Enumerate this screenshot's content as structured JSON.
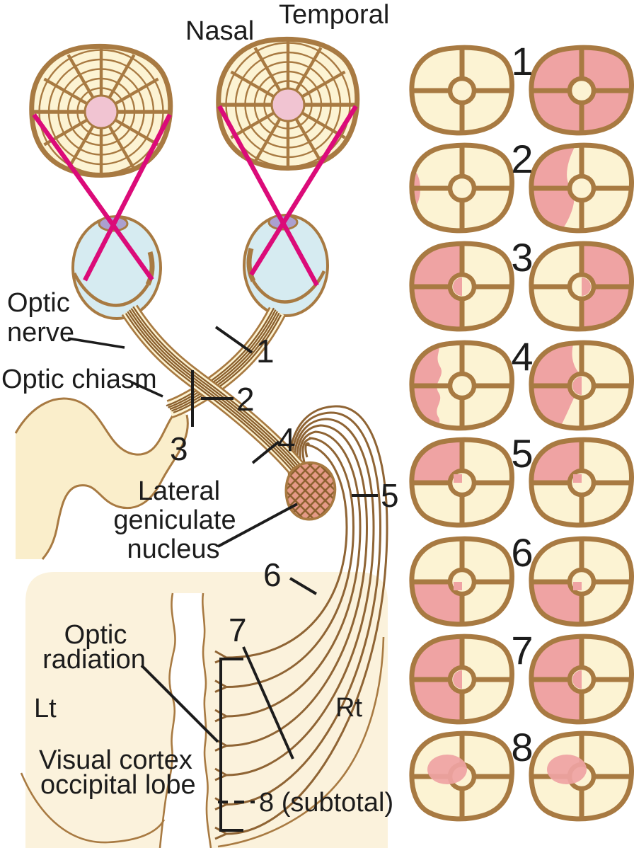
{
  "figure_title": "Visual pathway and visual field defects diagram",
  "colors": {
    "outline_brown": "#A87A42",
    "stripe_brown": "#8A5F2D",
    "fiber_brown": "#8F6434",
    "cream": "#FCF3D3",
    "brain_cream": "#FAEECB",
    "occipital_wash": "#FBF2DC",
    "defect_pink": "#EFA3A3",
    "macula_pink": "#F1C4D2",
    "lgn_pink": "#E59A87",
    "eye_blue": "#D6EBF1",
    "lens_lavender": "#ABA0D0",
    "ray_magenta": "#DB0B79",
    "ink": "#1C1C1C"
  },
  "labels": {
    "nasal": "Nasal",
    "temporal": "Temporal",
    "optic_nerve_line1": "Optic",
    "optic_nerve_line2": "nerve",
    "optic_chiasm": "Optic chiasm",
    "lgn_line1": "Lateral",
    "lgn_line2": "geniculate",
    "lgn_line3": "nucleus",
    "optic_radiation_line1": "Optic",
    "optic_radiation_line2": "radiation",
    "left_side": "Lt",
    "right_side": "Rt",
    "visual_cortex_line1": "Visual cortex",
    "visual_cortex_line2": "occipital lobe",
    "subtotal_label": "8 (subtotal)"
  },
  "lesion_markers": {
    "m1": "1",
    "m2": "2",
    "m3": "3",
    "m4": "4",
    "m5": "5",
    "m6": "6",
    "m7": "7"
  },
  "visual_fields": {
    "rows": [
      {
        "number": "1",
        "left_defects": [],
        "right_defects": [
          "full"
        ]
      },
      {
        "number": "2",
        "left_defects": [
          "left-edge-crescent"
        ],
        "right_defects": [
          "left-crescent"
        ]
      },
      {
        "number": "3",
        "left_defects": [
          "left-half",
          "macula-left"
        ],
        "right_defects": [
          "right-half",
          "macula-right"
        ]
      },
      {
        "number": "4",
        "left_defects": [
          "left-scalloped"
        ],
        "right_defects": [
          "left-crescent-central",
          "macula-left"
        ]
      },
      {
        "number": "5",
        "left_defects": [
          "upper-left-quadrant",
          "macula-ul-corner"
        ],
        "right_defects": [
          "upper-left-quadrant",
          "macula-ul-corner"
        ]
      },
      {
        "number": "6",
        "left_defects": [
          "lower-left-quadrant",
          "macula-ll-corner"
        ],
        "right_defects": [
          "lower-left-quadrant",
          "macula-ll-corner"
        ]
      },
      {
        "number": "7",
        "left_defects": [
          "left-half",
          "macula-left"
        ],
        "right_defects": [
          "left-half",
          "macula-left"
        ]
      },
      {
        "number": "8",
        "left_defects": [
          "paracentral-scotoma"
        ],
        "right_defects": [
          "paracentral-scotoma"
        ]
      }
    ]
  }
}
